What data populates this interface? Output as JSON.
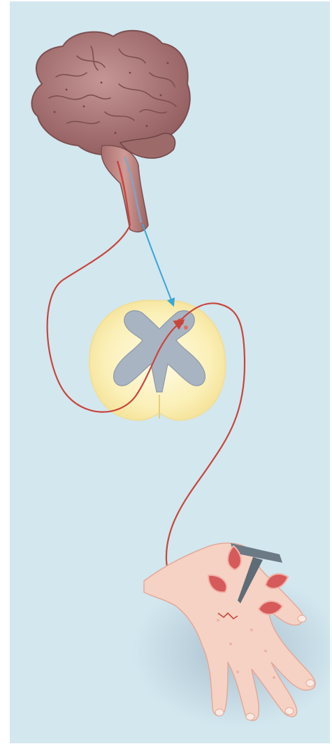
{
  "diagram": {
    "parts": [
      {
        "id": "brain",
        "icon": "brain-icon"
      },
      {
        "id": "brainstem",
        "icon": "brainstem-icon"
      },
      {
        "id": "spinal-cord-cross-section",
        "icon": "spinal-cord-icon"
      },
      {
        "id": "hand",
        "icon": "hand-icon"
      },
      {
        "id": "nail",
        "icon": "nail-icon"
      },
      {
        "id": "pain-drops",
        "icon": "pain-drop-icon"
      }
    ],
    "pathways": [
      {
        "id": "ascending-pain-pathway",
        "from": "hand",
        "via": "spinal-cord-cross-section",
        "to": "brain",
        "color": "#c8453c"
      },
      {
        "id": "descending-modulation-pathway",
        "from": "brainstem",
        "to": "spinal-cord-cross-section",
        "color": "#3aa6d4"
      }
    ]
  },
  "colors": {
    "background": "#d3e7ef",
    "frame": "#ffffff",
    "brain": "#b07b7b",
    "brain_dark": "#7d4f50",
    "spinal_white_matter": "#fbf0b8",
    "spinal_gray_matter": "#a9b4c2",
    "nerve": "#c8453c",
    "modulation_arrow": "#3aa6d4",
    "skin": "#f6d2c4",
    "nail": "#6c7a86",
    "pain": "#d65a5a"
  }
}
